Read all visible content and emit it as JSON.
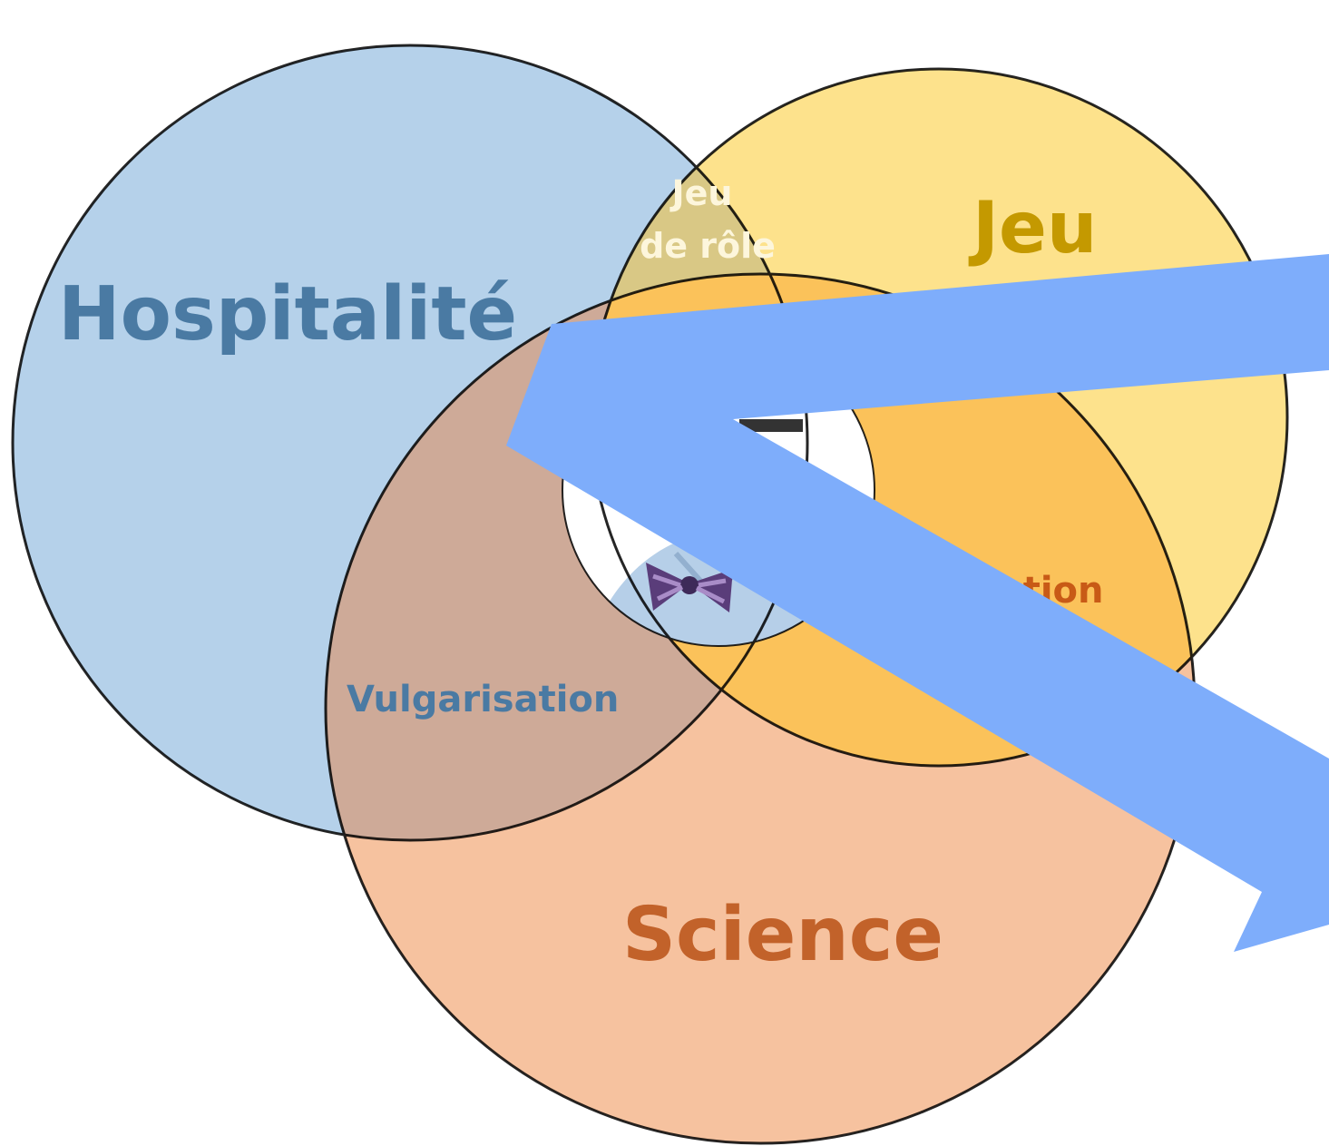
{
  "sets": {
    "hospitalite": {
      "label": "Hospitalité",
      "fill": "#b5d1ea",
      "text_color": "#4a7aa3"
    },
    "jeu": {
      "label": "Jeu",
      "fill": "#fde28c",
      "text_color": "#c49900"
    },
    "science": {
      "label": "Science",
      "fill": "#f6c29f",
      "text_color": "#c2622a"
    }
  },
  "intersections": {
    "jeu_de_role": {
      "line1": "Jeu",
      "line2": "de rôle",
      "fill": "#d9c885",
      "text_color": "#fdf6dc"
    },
    "simulation_partial": {
      "label": "lation",
      "fill": "#fbc25a",
      "text_color": "#c85a16"
    },
    "vulgarisation": {
      "label": "Vulgarisation",
      "fill": "#ceaa98",
      "text_color": "#4a7aa3"
    }
  },
  "center_photo": {
    "subject": "person-with-bow-tie"
  },
  "overlay": {
    "color": "#7eadfb",
    "shape": "arrow"
  },
  "outline_color": "#000000"
}
